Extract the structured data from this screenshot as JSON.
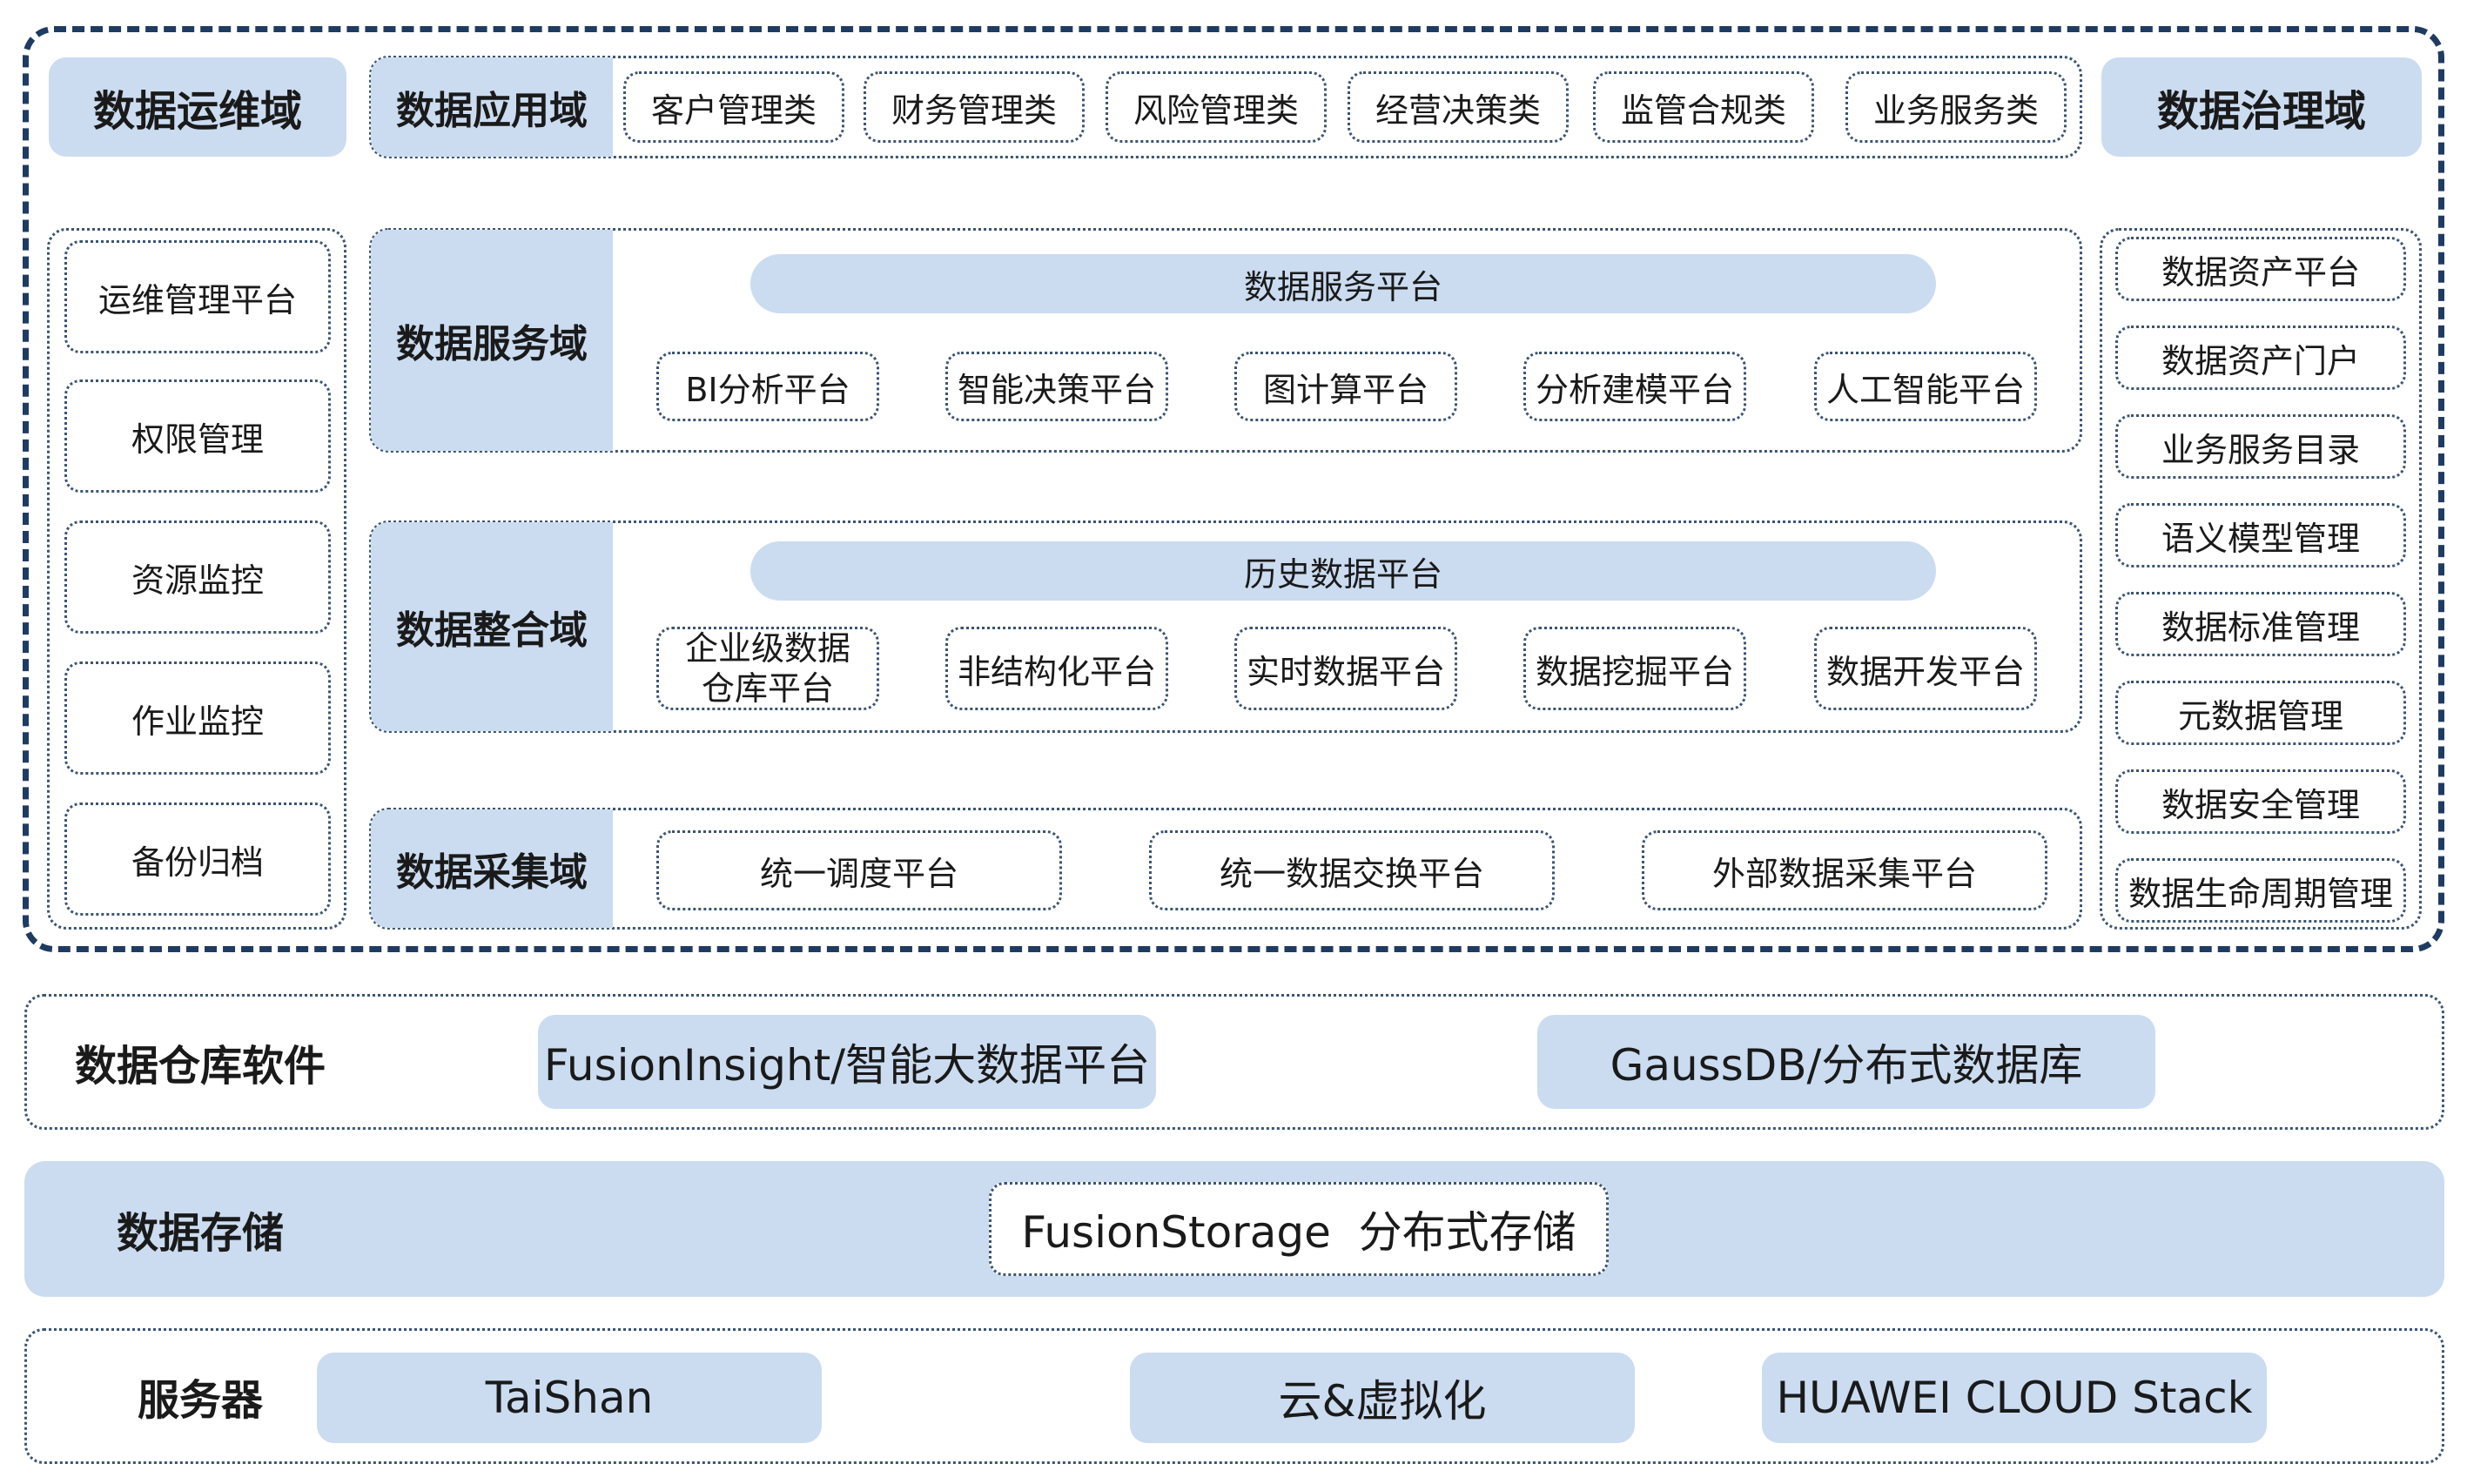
{
  "domains": {
    "ops": {
      "title": "数据运维域",
      "items": [
        "运维管理平台",
        "权限管理",
        "资源监控",
        "作业监控",
        "备份归档"
      ]
    },
    "application": {
      "title": "数据应用域",
      "items": [
        "客户管理类",
        "财务管理类",
        "风险管理类",
        "经营决策类",
        "监管合规类",
        "业务服务类"
      ]
    },
    "governance": {
      "title": "数据治理域",
      "items": [
        "数据资产平台",
        "数据资产门户",
        "业务服务目录",
        "语义模型管理",
        "数据标准管理",
        "元数据管理",
        "数据安全管理",
        "数据生命周期管理"
      ]
    },
    "service": {
      "title": "数据服务域",
      "bar": "数据服务平台",
      "items": [
        "BI分析平台",
        "智能决策平台",
        "图计算平台",
        "分析建模平台",
        "人工智能平台"
      ]
    },
    "integration": {
      "title": "数据整合域",
      "bar": "历史数据平台",
      "items": [
        "企业级数据仓库平台",
        "非结构化平台",
        "实时数据平台",
        "数据挖掘平台",
        "数据开发平台"
      ]
    },
    "collection": {
      "title": "数据采集域",
      "items": [
        "统一调度平台",
        "统一数据交换平台",
        "外部数据采集平台"
      ]
    }
  },
  "infra": {
    "warehouse": {
      "title": "数据仓库软件",
      "items": [
        "FusionInsight/智能大数据平台",
        "GaussDB/分布式数据库"
      ]
    },
    "storage": {
      "title": "数据存储",
      "items": [
        "FusionStorage  分布式存储"
      ]
    },
    "server": {
      "title": "服务器",
      "items": [
        "TaiShan",
        "云&虚拟化",
        "HUAWEI CLOUD Stack"
      ]
    }
  }
}
